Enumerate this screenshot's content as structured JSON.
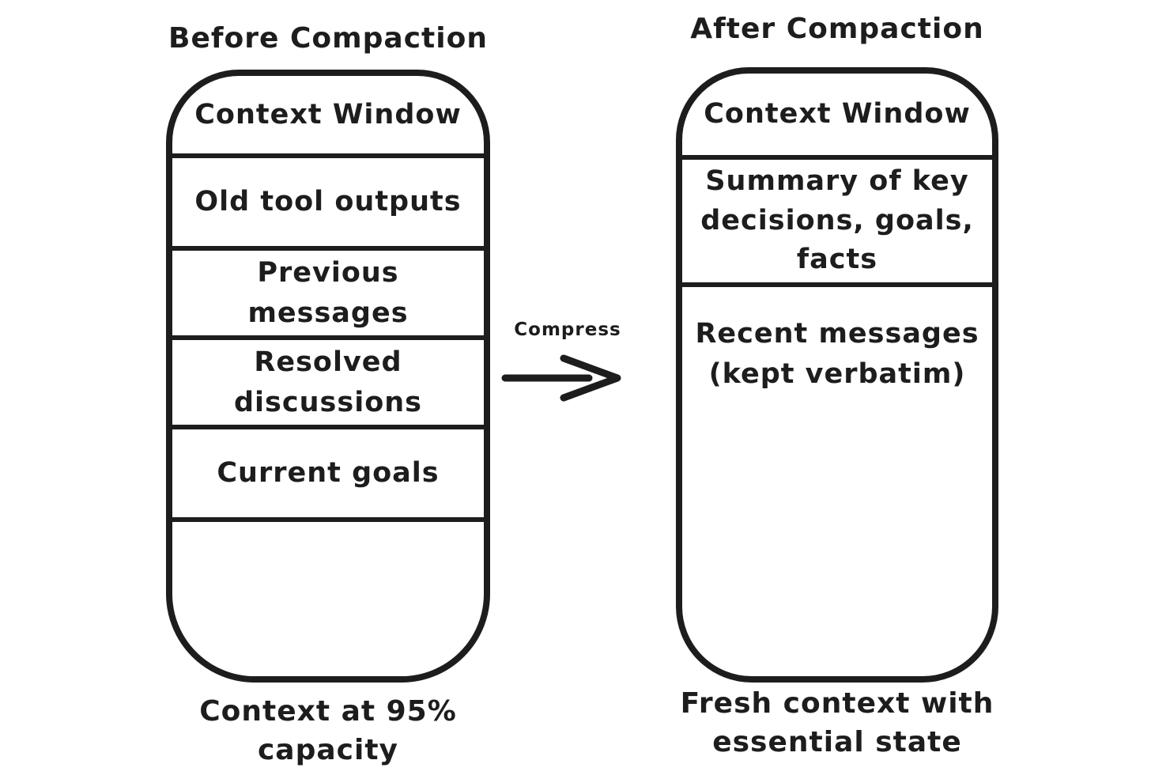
{
  "colors": {
    "stroke": "#1d1d1d",
    "background": "#ffffff"
  },
  "before": {
    "title": "Before Compaction",
    "header": "Context Window",
    "sections": [
      "Old tool outputs",
      "Previous\nmessages",
      "Resolved\ndiscussions",
      "Current goals"
    ],
    "caption": "Context at 95%\ncapacity"
  },
  "arrow": {
    "label": "Compress"
  },
  "after": {
    "title": "After Compaction",
    "header": "Context Window",
    "sections": [
      "Summary of key\ndecisions, goals,\nfacts",
      "Recent messages\n(kept verbatim)"
    ],
    "caption": "Fresh context with\nessential state"
  }
}
